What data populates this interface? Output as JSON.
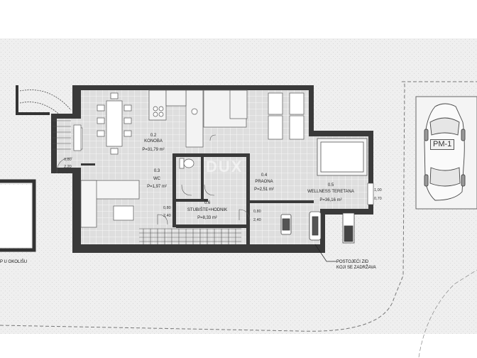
{
  "rooms": [
    {
      "id": "konoba",
      "num": "0.2",
      "name": "KONOBA",
      "area": "P=31,79 m²"
    },
    {
      "id": "wc",
      "num": "0.3",
      "name": "WC",
      "area": "P=1,97 m²"
    },
    {
      "id": "stubiste",
      "num": "0.6",
      "name": "STUBIŠTE+HODNIK",
      "area": "P=8,33 m²"
    },
    {
      "id": "praona",
      "num": "0.4",
      "name": "PRAONA",
      "area": "P=2,51 m²"
    },
    {
      "id": "wellness",
      "num": "0.5",
      "name": "WELLNESS TERETANA",
      "area": "P=36,16 m²"
    }
  ],
  "dimensions": {
    "d1": "0,80",
    "d2": "2,20",
    "d3": "0,80",
    "d4": "2,40",
    "d5": "0,80",
    "d6": "2,40",
    "d7": "1,00",
    "d8": "0,70"
  },
  "notes": {
    "left_1": "P U OKOLIŠU",
    "existing_1": "POSTOJEĆI ZID",
    "existing_2": "KOJI SE ZADRŽAVA"
  },
  "parking": {
    "label": "PM-1"
  },
  "watermark": {
    "text": "DUX"
  },
  "colors": {
    "wall": "#3a3a3a",
    "floor_tile": "#dedede",
    "grid_line": "#ffffff",
    "terrain": "#eeeeee",
    "dashed_border": "#777777"
  }
}
